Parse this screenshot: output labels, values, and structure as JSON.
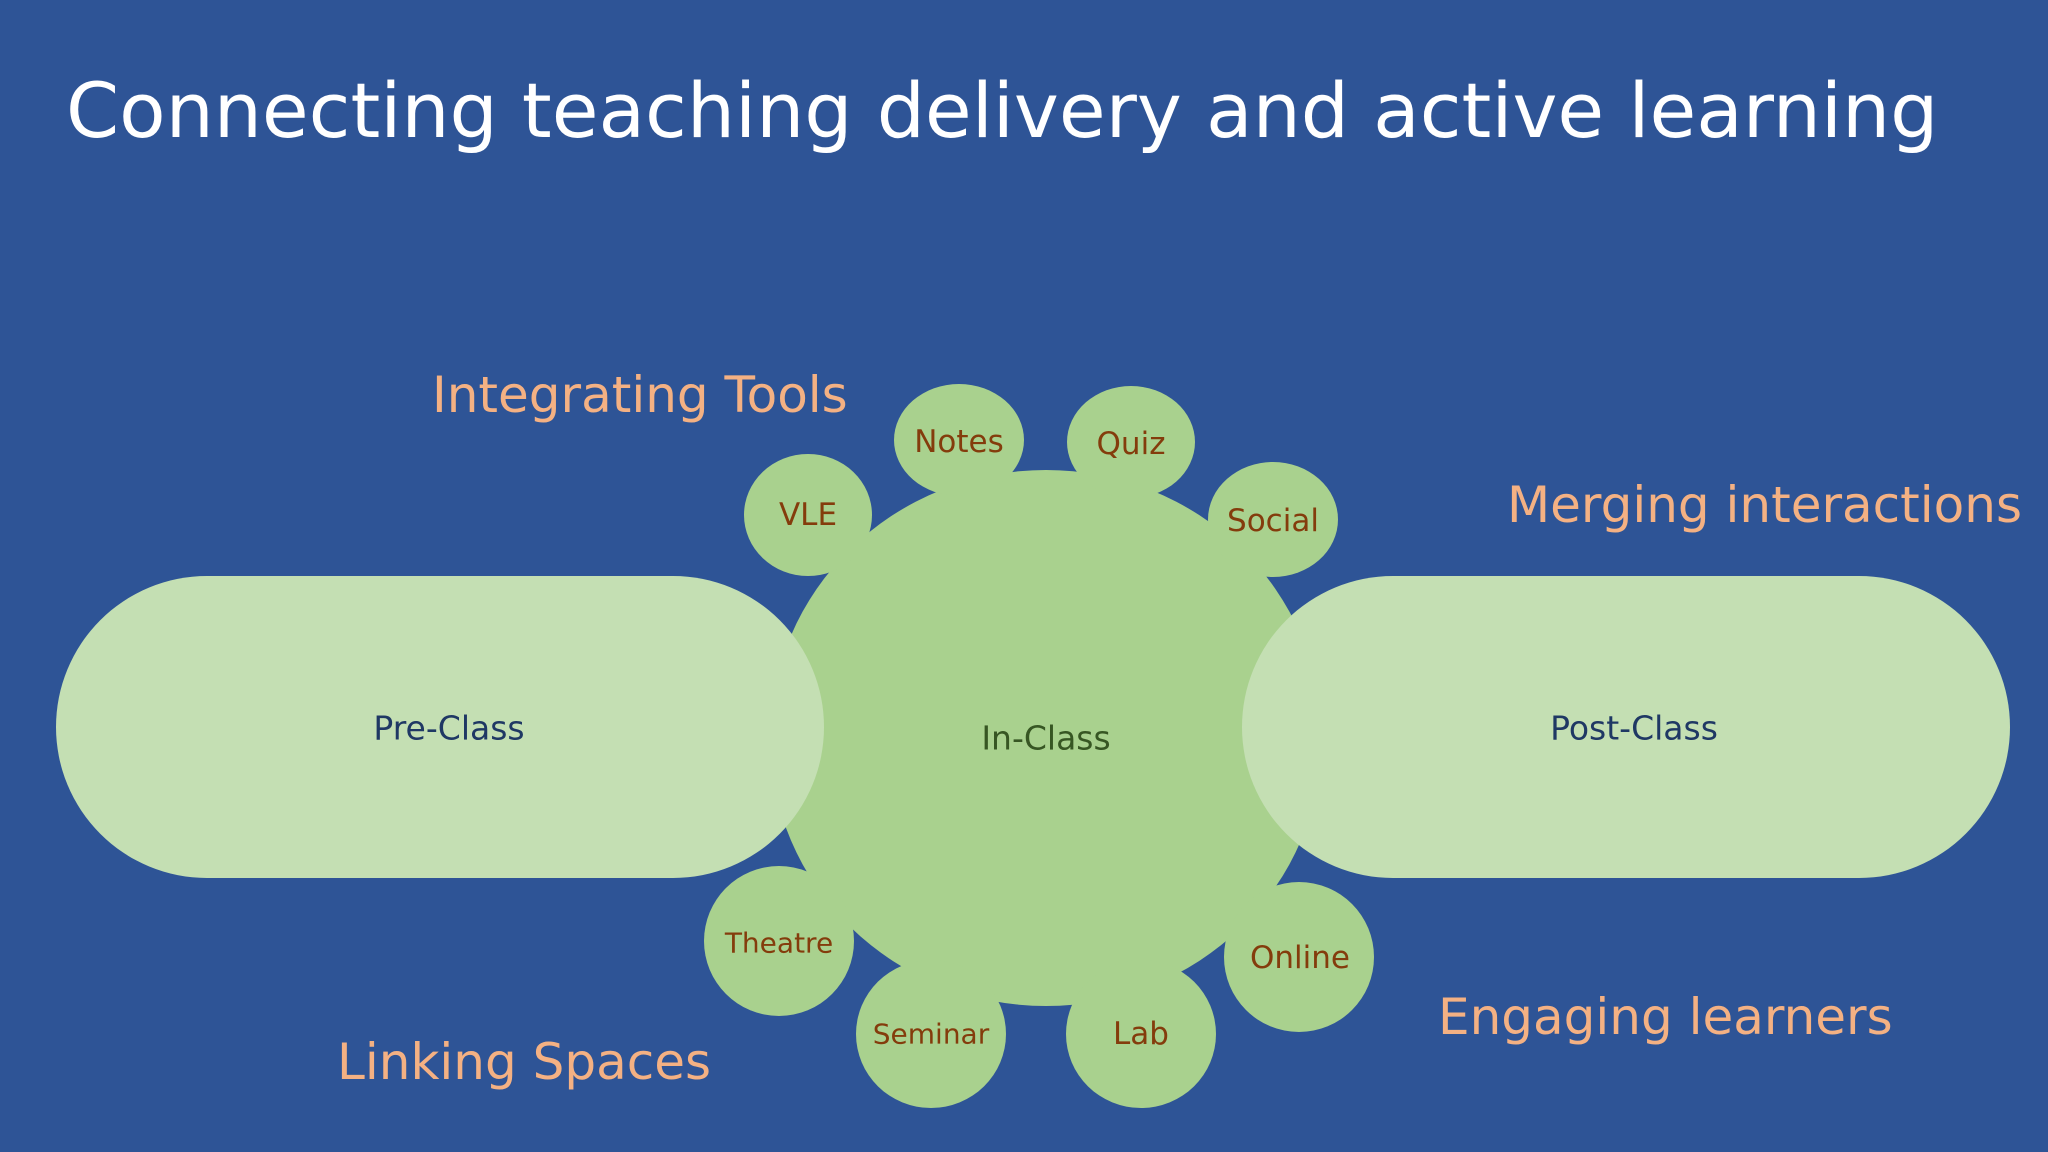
{
  "slide": {
    "title": "Connecting teaching delivery and active learning",
    "themes": {
      "integrating_tools": "Integrating Tools",
      "merging_interactions": "Merging interactions",
      "engaging_learners": "Engaging learners",
      "linking_spaces": "Linking Spaces"
    },
    "phases": {
      "pre_class": "Pre-Class",
      "in_class": "In-Class",
      "post_class": "Post-Class"
    },
    "tools": {
      "vle": "VLE",
      "notes": "Notes",
      "quiz": "Quiz",
      "social": "Social"
    },
    "spaces": {
      "theatre": "Theatre",
      "seminar": "Seminar",
      "lab": "Lab",
      "online": "Online"
    }
  },
  "colors": {
    "background": "#2e5496",
    "pill_fill": "#c4dfb3",
    "circle_fill": "#a9d18e",
    "theme_text": "#f4b183",
    "phase_text": "#1f3864",
    "hub_text": "#375623",
    "satellite_text": "#843c0c"
  }
}
